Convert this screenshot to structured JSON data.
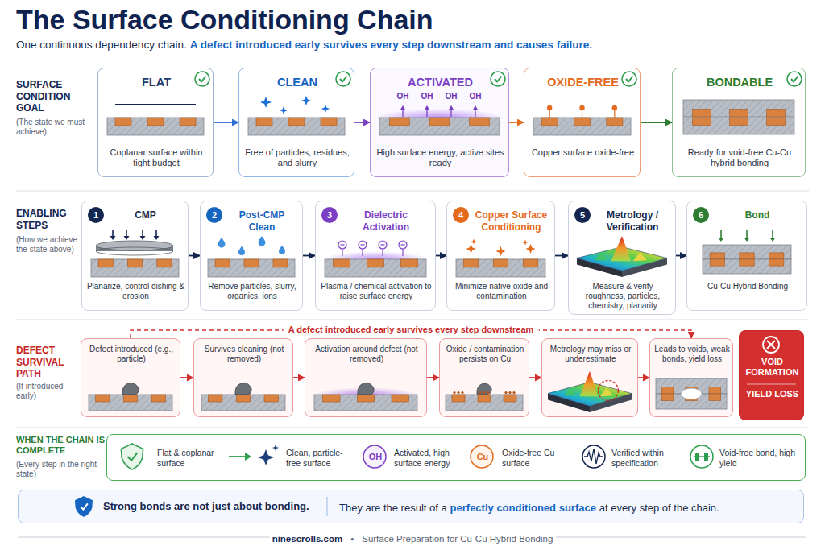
{
  "diagram": {
    "title": "The Surface Conditioning Chain",
    "nodes": [
      {
        "text": [
          "FLAT",
          "Coplanar surface within tight budget"
        ]
      },
      {
        "text": [
          "CLEAN",
          "Free of particles, residues, and slurry"
        ]
      },
      {
        "text": [
          "ACTIVATED",
          "High surface energy, active sites ready"
        ]
      },
      {
        "text": [
          "OXIDE-FREE",
          "Copper surface oxide-free"
        ]
      },
      {
        "text": [
          "BONDABLE",
          "Ready for void-free Cu-Cu hybrid bonding"
        ]
      },
      {
        "text": [
          "1",
          "CMP",
          "Planarize, control dishing & erosion"
        ]
      },
      {
        "text": [
          "2",
          "Post-CMP Clean",
          "Remove particles, slurry, organics, ions"
        ]
      },
      {
        "text": [
          "3",
          "Dielectric Activation",
          "Plasma / chemical activation to raise surface energy"
        ]
      },
      {
        "text": [
          "4",
          "Copper Surface Conditioning",
          "Minimize native oxide and contamination"
        ]
      },
      {
        "text": [
          "5",
          "Metrology / Verification",
          "Measure & verify roughness, particles, chemistry, planarity"
        ]
      },
      {
        "text": [
          "6",
          "Bond",
          "Cu-Cu Hybrid Bonding"
        ]
      },
      {
        "text": [
          "Defect introduced (e.g., particle)"
        ]
      },
      {
        "text": [
          "Survives cleaning (not removed)"
        ]
      },
      {
        "text": [
          "Activation around defect (not removed)"
        ]
      },
      {
        "text": [
          "Oxide / contamination persists on Cu"
        ]
      },
      {
        "text": [
          "Metrology may miss or underestimate"
        ]
      },
      {
        "text": [
          "Leads to voids, weak bonds, yield loss"
        ]
      },
      {
        "text": [
          "VOID FORMATION",
          "YIELD LOSS"
        ]
      },
      {
        "text": [
          "Flat & coplanar surface",
          "Clean, particle-free surface",
          "OH",
          "Activated, high surface energy",
          "Cu",
          "Oxide-free Cu surface",
          "Verified within specification",
          "Void-free bond, high yield"
        ]
      },
      {
        "text": [
          "Strong bonds are not just about bonding.",
          "They are the result of a",
          "perfectly conditioned surface",
          "at every step of the chain."
        ]
      }
    ],
    "edges": [
      {
        "from": 0,
        "to": 1,
        "arrow": "to"
      },
      {
        "from": 1,
        "to": 2,
        "arrow": "to"
      },
      {
        "from": 2,
        "to": 3,
        "arrow": "to"
      },
      {
        "from": 3,
        "to": 4,
        "arrow": "to"
      },
      {
        "from": 5,
        "to": 6,
        "arrow": "to"
      },
      {
        "from": 6,
        "to": 7,
        "arrow": "to"
      },
      {
        "from": 7,
        "to": 8,
        "arrow": "to"
      },
      {
        "from": 8,
        "to": 9,
        "arrow": "to"
      },
      {
        "from": 9,
        "to": 10,
        "arrow": "to"
      },
      {
        "from": 11,
        "to": 12,
        "arrow": "to"
      },
      {
        "from": 12,
        "to": 13,
        "arrow": "to"
      },
      {
        "from": 13,
        "to": 14,
        "arrow": "to"
      },
      {
        "from": 14,
        "to": 15,
        "arrow": "to"
      },
      {
        "from": 15,
        "to": 16,
        "arrow": "to"
      },
      {
        "from": 11,
        "to": 16,
        "label": "A defect introduced early survives every step downstream",
        "arrow": "to"
      }
    ],
    "labels": [
      "One continuous dependency chain.",
      "A defect introduced early survives every step downstream and causes failure.",
      "SURFACE CONDITION GOAL",
      "(The state we must achieve)",
      "OH",
      "OH",
      "OH",
      "OH",
      "ENABLING STEPS",
      "(How we achieve the state above)",
      "DEFECT SURVIVAL PATH",
      "(If introduced early)",
      "WHEN THE CHAIN IS COMPLETE",
      "(Every step in the right state)",
      "ninescrolls.com",
      "•",
      "Surface Preparation for Cu-Cu Hybrid Bonding"
    ]
  }
}
